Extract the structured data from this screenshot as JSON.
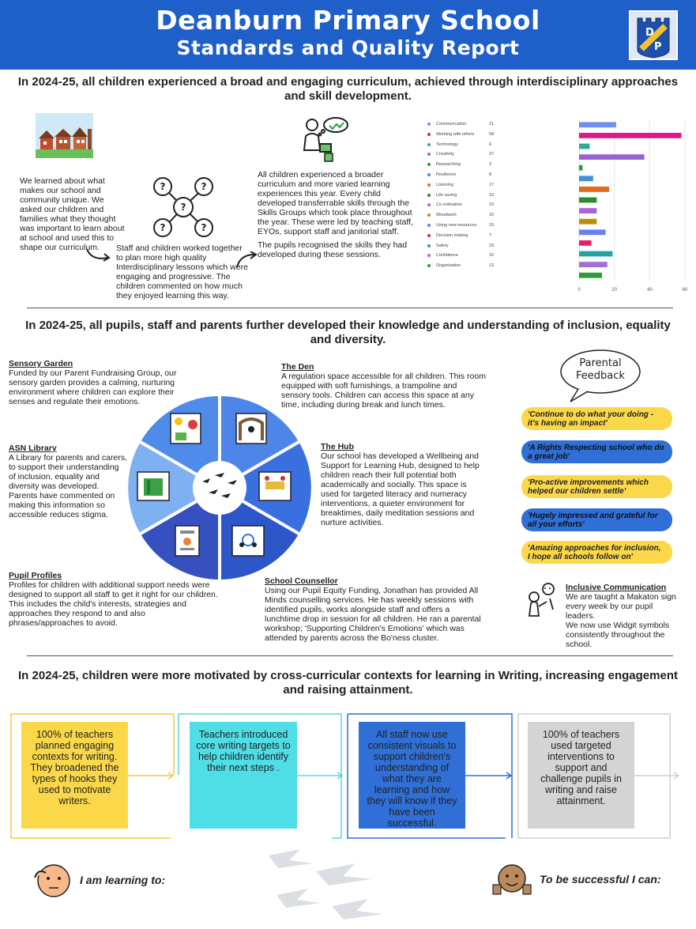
{
  "header": {
    "title": "Deanburn Primary School",
    "subtitle": "Standards and Quality Report",
    "crest_letters": [
      "D",
      "P"
    ]
  },
  "section1": {
    "title": "In 2024-25, all children experienced a broad and engaging curriculum, achieved through interdisciplinary approaches and skill development.",
    "text_a": "We learned about what makes our school and community unique. We asked our children and families what they thought was important to learn about at school and used this to shape our curriculum.",
    "text_b": "Staff and children worked together to plan more high quality Interdisciplinary lessons which were engaging and progressive. The children commented on how much they enjoyed learning this way.",
    "text_c1": "All children experienced a broader curriculum and more varied learning experiences this year.  Every child developed transferrable skills through the Skills Groups which took place throughout the year.  These were led by teaching staff, EYOs, support staff and janitorial staff.",
    "text_c2": "The pupils recognised the skills they had developed during these sessions."
  },
  "chart_data": {
    "type": "bar",
    "orientation": "horizontal",
    "categories": [
      "Communication",
      "Working with others",
      "Technology",
      "Creativity",
      "Researching",
      "Resilience",
      "Listening",
      "Life saving",
      "Co ordination",
      "Woodwork",
      "Using new resources",
      "Decision making",
      "Safety",
      "Confidence",
      "Organisation"
    ],
    "values": [
      21,
      58,
      6,
      37,
      2,
      8,
      17,
      10,
      10,
      10,
      15,
      7,
      19,
      16,
      13
    ],
    "colors": [
      "#6e8ff0",
      "#e0168a",
      "#2fa79a",
      "#9b63d2",
      "#2e9b3c",
      "#3f8fe0",
      "#e26a1a",
      "#2e8a2e",
      "#b060d8",
      "#b8900a",
      "#6a7ff0",
      "#e2226e",
      "#25a3a3",
      "#a070d8",
      "#2e9b3c"
    ],
    "xlim": [
      0,
      60
    ],
    "xticks": [
      "0",
      "20",
      "40",
      "60"
    ]
  },
  "section2": {
    "title": "In 2024-25, all pupils, staff and parents further developed their knowledge and understanding of inclusion, equality and diversity.",
    "sensory_title": "Sensory Garden",
    "sensory_text": "Funded by our Parent Fundraising Group, our sensory garden provides a calming, nurturing environment where children can explore their senses and regulate their emotions.",
    "asn_title": "ASN Library",
    "asn_text": "A Library for parents and carers, to support their understanding of inclusion, equality and diversity was developed.  Parents have commented on making this information so accessible reduces stigma.",
    "profiles_title": "Pupil Profiles",
    "profiles_text": "Profiles for children with additional support needs were designed to support all staff to get it right for our children.  This includes the child's interests, strategies and approaches they respond to and also phrases/approaches to avoid.",
    "den_title": "The Den",
    "den_text": "A regulation space accessible for all children.  This room equipped with soft furnishings, a trampoline and sensory tools.  Children can access this space at any time, including during break and lunch times.",
    "hub_title": "The Hub",
    "hub_text": "Our school has developed a Wellbeing and Support for Learning Hub, designed to help children reach their full potential both academically and socially.  This space is used for targeted literacy and numeracy interventions, a quieter environment for breaktimes, daily meditation sessions and nurture activities.",
    "counsellor_title": "School Counsellor",
    "counsellor_text": "Using our Pupil Equity Funding, Jonathan has provided All Minds counselling services. He has weekly sessions with identified pupils, works alongside staff and offers a lunchtime drop in session for all children.  He ran a parental workshop; 'Supporting Children's Emotions' which was attended by parents across the Bo'ness cluster.",
    "feedback_heading_1": "Parental",
    "feedback_heading_2": "Feedback",
    "feedback": [
      "'Continue to do what your doing - it's having an impact'",
      "'A Rights Respecting school who do a great job'",
      "'Pro-active improvements which helped our children settle'",
      "'Hugely impressed and grateful for all your efforts'",
      "'Amazing approaches for inclusion, I hope all schools follow on'"
    ],
    "inclusive_title": "Inclusive Communication",
    "inclusive_text_1": "We are taught a Makaton sign every week by our pupil leaders.",
    "inclusive_text_2": "We now use Widgit symbols consistently throughout the school."
  },
  "section3": {
    "title": "In 2024-25, children were more motivated by cross-curricular contexts for learning in Writing, increasing engagement and raising attainment.",
    "steps": [
      {
        "text": "100% of teachers planned engaging contexts for writing.  They broadened the types of hooks they used to motivate writers.",
        "color": "#fbd84a",
        "line": "#f5c93a"
      },
      {
        "text": "Teachers introduced core writing targets to help children identify their next steps .",
        "color": "#4fdde6",
        "line": "#56d8e4"
      },
      {
        "text": "All staff now use consistent visuals to support children's understanding of what they are learning and how they will know if they have been successful.",
        "color": "#2f6fd6",
        "line": "#2f6fd6"
      },
      {
        "text": "100% of teachers used targeted interventions to support and challenge pupils in writing and raise attainment.",
        "color": "#d4d4d4",
        "line": "#cfcfcf"
      }
    ],
    "learning_label": "I am learning to:",
    "success_label": "To be successful I can:"
  }
}
